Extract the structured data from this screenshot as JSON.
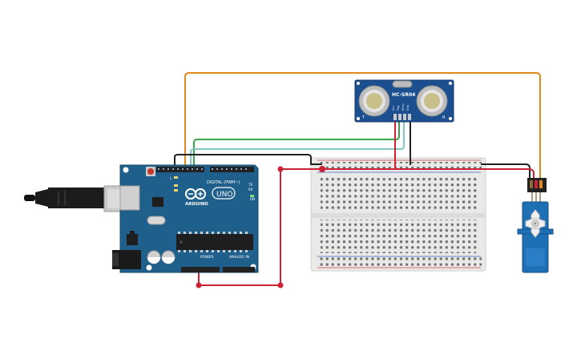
{
  "arduino": {
    "brand": "ARDUINO",
    "model": "UNO",
    "digital_header": "DIGITAL (PWM~)",
    "power_header": "POWER",
    "analog_header": "ANALOG IN",
    "tx_label": "TX",
    "rx_label": "RX",
    "l_label": "L",
    "on_label": "ON",
    "colors": {
      "board": "#1f5f8b",
      "board_edge": "#174a6d"
    }
  },
  "sensor": {
    "label": "HC-SR04",
    "pin_labels": [
      "Vcc",
      "Trig",
      "Echo",
      "Gnd"
    ],
    "corner_left": "T",
    "corner_right": "R",
    "colors": {
      "board": "#1b4f8f",
      "transducer": "#c8c8c8"
    }
  },
  "servo": {
    "colors": {
      "body": "#1f6fb5",
      "horn": "#e8e8e8"
    }
  },
  "breadboard": {
    "colors": {
      "body": "#e9e9e7",
      "rail_red": "#d04040",
      "rail_blue": "#4060c0"
    }
  },
  "wires": {
    "colors": {
      "signal_orange": "#e08a1e",
      "trig_green": "#3aa64a",
      "echo_teal": "#7fc8c0",
      "ground_black": "#222222",
      "power_red": "#cc2233"
    }
  }
}
